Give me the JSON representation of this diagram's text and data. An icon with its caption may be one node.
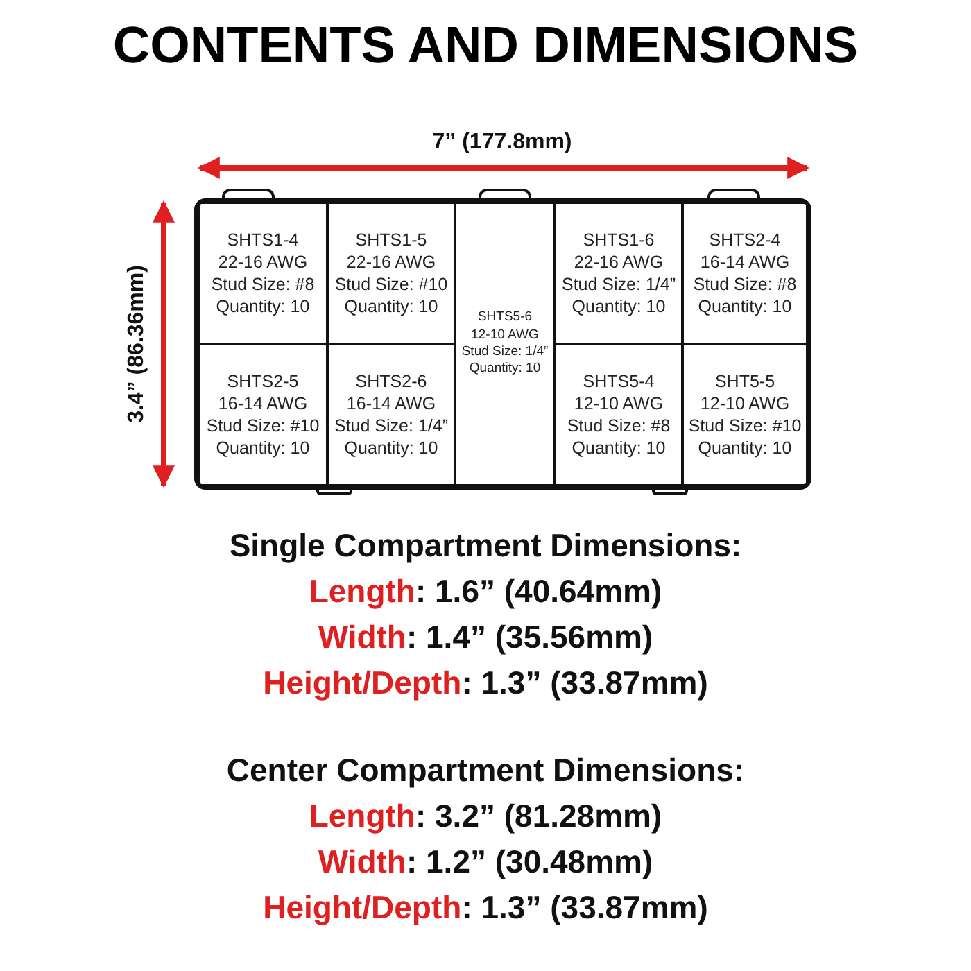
{
  "diagram": {
    "title": "CONTENTS AND DIMENSIONS",
    "nodes": [
      {
        "text": [],
        "shape": "box"
      },
      {
        "text": [
          "SHTS1-4",
          "22-16 AWG",
          "Stud Size: #8",
          "Quantity: 10"
        ],
        "in": 0
      },
      {
        "text": [
          "SHTS1-5",
          "22-16 AWG",
          "Stud Size: #10",
          "Quantity: 10"
        ],
        "in": 0
      },
      {
        "text": [
          "SHTS5-6",
          "12-10 AWG",
          "Stud Size: 1/4”",
          "Quantity: 10"
        ],
        "in": 0
      },
      {
        "text": [
          "SHTS1-6",
          "22-16 AWG",
          "Stud Size: 1/4”",
          "Quantity: 10"
        ],
        "in": 0
      },
      {
        "text": [
          "SHTS2-4",
          "16-14 AWG",
          "Stud Size: #8",
          "Quantity: 10"
        ],
        "in": 0
      },
      {
        "text": [
          "SHTS2-5",
          "16-14 AWG",
          "Stud Size: #10",
          "Quantity: 10"
        ],
        "in": 0
      },
      {
        "text": [
          "SHTS2-6",
          "16-14 AWG",
          "Stud Size: 1/4”",
          "Quantity: 10"
        ],
        "in": 0
      },
      {
        "text": [
          "SHTS5-4",
          "12-10 AWG",
          "Stud Size: #8",
          "Quantity: 10"
        ],
        "in": 0
      },
      {
        "text": [
          "SHT5-5",
          "12-10 AWG",
          "Stud Size: #10",
          "Quantity: 10"
        ],
        "in": 0
      }
    ],
    "labels": [
      "7” (177.8mm)",
      "3.4” (86.36mm)",
      "Single Compartment Dimensions:",
      "Length: 1.6” (40.64mm)",
      "Width: 1.4” (35.56mm)",
      "Height/Depth: 1.3” (33.87mm)",
      "Center Compartment Dimensions:",
      "Length: 3.2” (81.28mm)",
      "Width: 1.2” (30.48mm)",
      "Height/Depth: 1.3” (33.87mm)"
    ]
  }
}
